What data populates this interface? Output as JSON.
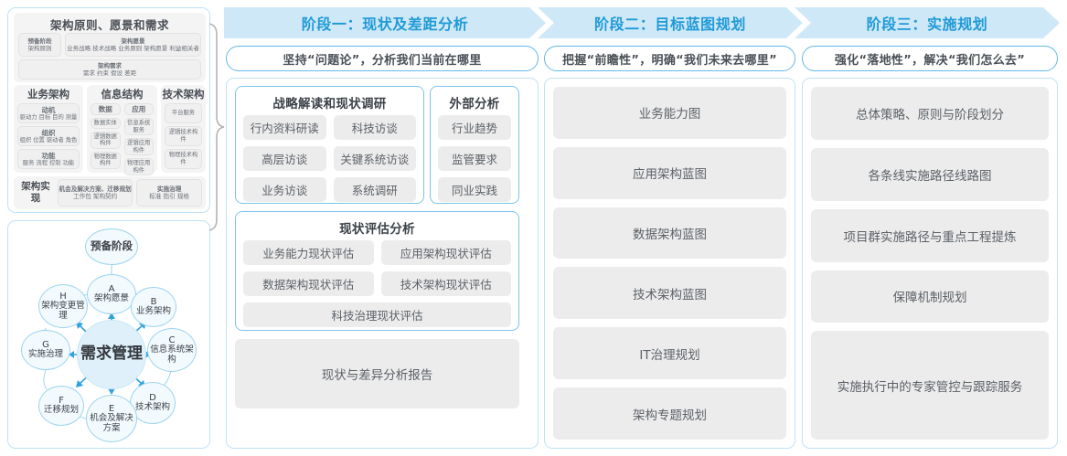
{
  "left_panel": {
    "togaf_framework": {
      "top_section": {
        "title": "架构原则、愿景和需求",
        "prep": {
          "title": "预备阶段",
          "detail": "架构原则"
        },
        "vision": {
          "title": "架构愿景",
          "detail": "业务战略 技术战略 业务原则 架构愿景 利益相关者"
        },
        "requirements": {
          "title": "架构需求",
          "detail": "需求   约束   假设   差距"
        }
      },
      "pillars": [
        {
          "title": "业务架构",
          "blocks": [
            {
              "title": "动机",
              "detail": "驱动力 目标 目的 测量"
            },
            {
              "title": "组织",
              "detail": "组织 位置 驱动者 角色"
            },
            {
              "title": "功能",
              "detail": "服务 流程 控制 功能"
            }
          ]
        },
        {
          "title": "信息结构",
          "col_left": [
            {
              "title": "数据",
              "detail": ""
            },
            {
              "title": "",
              "detail": "数据实体"
            },
            {
              "title": "",
              "detail": "逻辑数据构件"
            },
            {
              "title": "",
              "detail": "物理数据构件"
            }
          ],
          "col_right": [
            {
              "title": "应用",
              "detail": ""
            },
            {
              "title": "",
              "detail": "信息系统服务"
            },
            {
              "title": "",
              "detail": "逻辑应用构件"
            },
            {
              "title": "",
              "detail": "物理应用构件"
            }
          ]
        },
        {
          "title": "技术架构",
          "blocks": [
            {
              "title": "",
              "detail": "平台服务"
            },
            {
              "title": "",
              "detail": "逻辑技术构件"
            },
            {
              "title": "",
              "detail": "物理技术构件"
            }
          ]
        }
      ],
      "bottom_section": {
        "label": "架构实现",
        "opportunity": {
          "title": "机会及解决方案、迁移规划",
          "detail": "工作包  架构契约"
        },
        "governance": {
          "title": "实施治理",
          "detail": "标准  指引  规格"
        }
      }
    },
    "adm_cycle": {
      "center": "需求管理",
      "preliminary": "预备阶段",
      "nodes": [
        {
          "key": "A",
          "label": "架构愿景"
        },
        {
          "key": "B",
          "label": "业务架构"
        },
        {
          "key": "C",
          "label": "信息系统架构"
        },
        {
          "key": "D",
          "label": "技术架构"
        },
        {
          "key": "E",
          "label": "机会及解决方案"
        },
        {
          "key": "F",
          "label": "迁移规划"
        },
        {
          "key": "G",
          "label": "实施治理"
        },
        {
          "key": "H",
          "label": "架构变更管理"
        }
      ]
    }
  },
  "phases": [
    {
      "header": "阶段一：现状及差距分析",
      "subtitle": "坚持“问题论”，分析我们当前在哪里"
    },
    {
      "header": "阶段二：目标蓝图规划",
      "subtitle": "把握“前瞻性”，明确“我们未来去哪里”"
    },
    {
      "header": "阶段三：实施规划",
      "subtitle": "强化“落地性”，解决“我们怎么去”"
    }
  ],
  "phase1": {
    "group_strategy": {
      "title": "战略解读和现状调研",
      "items": [
        "行内资料研读",
        "科技访谈",
        "高层访谈",
        "关键系统访谈",
        "业务访谈",
        "系统调研"
      ]
    },
    "group_external": {
      "title": "外部分析",
      "items": [
        "行业趋势",
        "监管要求",
        "同业实践"
      ]
    },
    "group_assessment": {
      "title": "现状评估分析",
      "items": [
        "业务能力现状评估",
        "应用架构现状评估",
        "数据架构现状评估",
        "技术架构现状评估"
      ],
      "full_item": "科技治理现状评估"
    },
    "report": "现状与差异分析报告"
  },
  "phase2": {
    "items": [
      "业务能力图",
      "应用架构蓝图",
      "数据架构蓝图",
      "技术架构蓝图",
      "IT治理规划",
      "架构专题规划"
    ]
  },
  "phase3": {
    "items": [
      "总体策略、原则与阶段划分",
      "各条线实施路径线路图",
      "项目群实施路径与重点工程提炼",
      "保障机制规划"
    ],
    "tall_item": "实施执行中的专家管控与跟踪服务"
  },
  "colors": {
    "accent": "#1f9ad6",
    "header_band": "#cfe8f8",
    "panel_border": "#bfe2f5",
    "chip_bg": "#ececec"
  }
}
